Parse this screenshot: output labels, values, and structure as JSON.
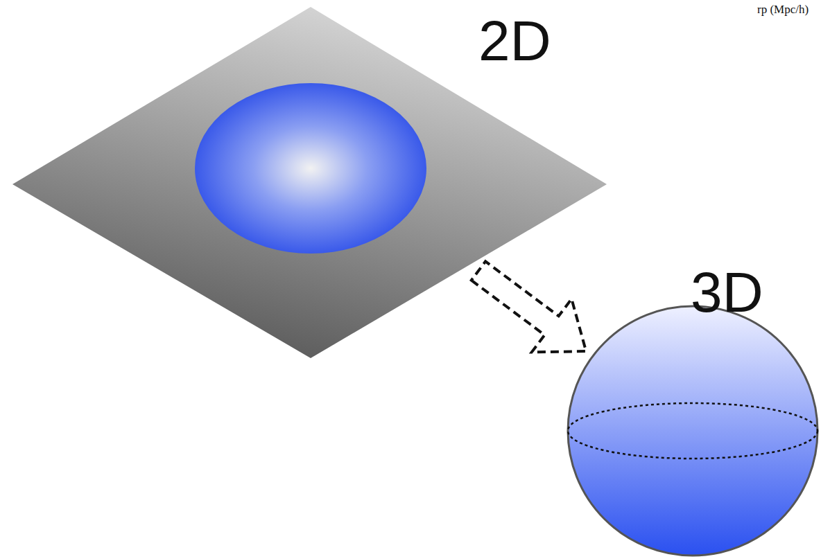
{
  "diagram": {
    "nodes": [
      {
        "text": [
          "2D"
        ]
      },
      {
        "text": [
          "3D"
        ]
      }
    ],
    "edges": [
      {
        "from": 0,
        "to": 1,
        "arrow": "to"
      }
    ],
    "labels": [
      "rp (Mpc/h)"
    ]
  }
}
